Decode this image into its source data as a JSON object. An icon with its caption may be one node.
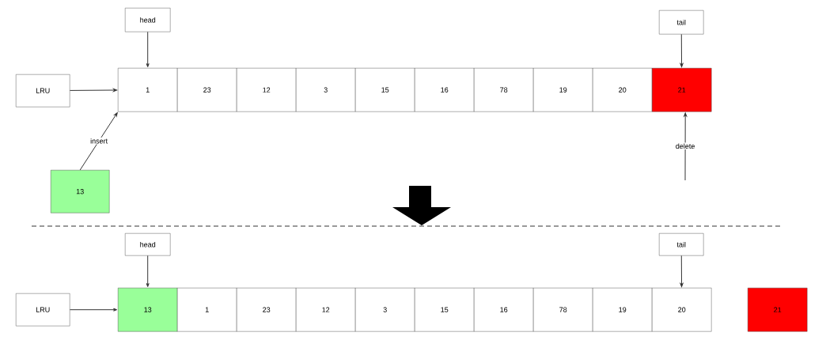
{
  "diagram": {
    "nodes": [
      {
        "text": [
          "head"
        ]
      },
      {
        "text": [
          "tail"
        ]
      },
      {
        "text": [
          "LRU"
        ]
      },
      {
        "text": [
          "1"
        ]
      },
      {
        "text": [
          "23"
        ]
      },
      {
        "text": [
          "12"
        ]
      },
      {
        "text": [
          "3"
        ]
      },
      {
        "text": [
          "15"
        ]
      },
      {
        "text": [
          "16"
        ]
      },
      {
        "text": [
          "78"
        ]
      },
      {
        "text": [
          "19"
        ]
      },
      {
        "text": [
          "20"
        ]
      },
      {
        "text": [
          "21"
        ]
      },
      {
        "text": [
          "13"
        ]
      },
      {
        "text": [
          "head"
        ]
      },
      {
        "text": [
          "tail"
        ]
      },
      {
        "text": [
          "LRU"
        ]
      },
      {
        "text": [
          "13"
        ]
      },
      {
        "text": [
          "1"
        ]
      },
      {
        "text": [
          "23"
        ]
      },
      {
        "text": [
          "12"
        ]
      },
      {
        "text": [
          "3"
        ]
      },
      {
        "text": [
          "15"
        ]
      },
      {
        "text": [
          "16"
        ]
      },
      {
        "text": [
          "78"
        ]
      },
      {
        "text": [
          "19"
        ]
      },
      {
        "text": [
          "20"
        ]
      },
      {
        "text": [
          "21"
        ]
      }
    ],
    "edges": [
      {
        "from": 0,
        "to": 3,
        "arrow": "to"
      },
      {
        "from": 1,
        "to": 12,
        "arrow": "to"
      },
      {
        "from": 2,
        "to": 3,
        "arrow": "to"
      },
      {
        "from": 13,
        "to": 3,
        "arrow": "to",
        "label": "insert"
      },
      {
        "from": null,
        "to": 12,
        "arrow": "to",
        "label": "delete"
      },
      {
        "from": 14,
        "to": 17,
        "arrow": "to"
      },
      {
        "from": 15,
        "to": 26,
        "arrow": "to"
      },
      {
        "from": 16,
        "to": 17,
        "arrow": "to"
      }
    ]
  }
}
